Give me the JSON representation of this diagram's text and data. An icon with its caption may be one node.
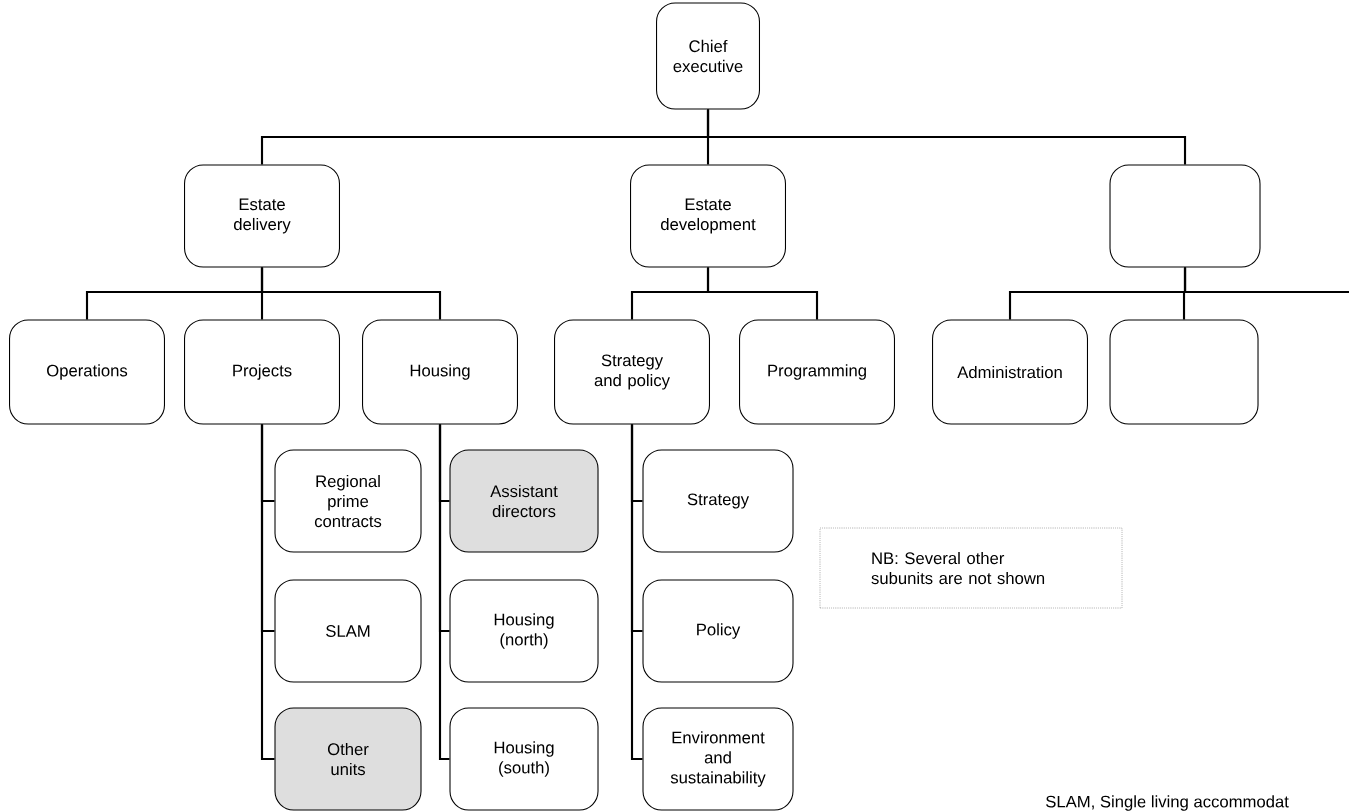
{
  "diagram": {
    "nodes": [
      {
        "text": [
          "Chief executive"
        ]
      },
      {
        "text": [
          "Estate delivery"
        ]
      },
      {
        "text": [
          "Estate development"
        ]
      },
      {
        "text": [],
        "shape": "box"
      },
      {
        "text": [
          "Operations"
        ]
      },
      {
        "text": [
          "Projects"
        ]
      },
      {
        "text": [
          "Housing"
        ]
      },
      {
        "text": [
          "Strategy and policy"
        ]
      },
      {
        "text": [
          "Programming"
        ]
      },
      {
        "text": [
          "Administration"
        ]
      },
      {
        "text": [],
        "shape": "box"
      },
      {
        "text": [
          "Regional prime contracts"
        ]
      },
      {
        "text": [
          "SLAM"
        ]
      },
      {
        "text": [
          "Other units"
        ]
      },
      {
        "text": [
          "Assistant directors"
        ]
      },
      {
        "text": [
          "Housing (north)"
        ]
      },
      {
        "text": [
          "Housing (south)"
        ]
      },
      {
        "text": [
          "Strategy"
        ]
      },
      {
        "text": [
          "Policy"
        ]
      },
      {
        "text": [
          "Environment and sustainability"
        ]
      },
      {
        "text": [
          "NB: Several other subunits are not shown"
        ]
      }
    ],
    "edges": [
      {
        "from": 0,
        "to": 1,
        "arrow": "none"
      },
      {
        "from": 0,
        "to": 2,
        "arrow": "none"
      },
      {
        "from": 0,
        "to": 3,
        "arrow": "none"
      },
      {
        "from": 1,
        "to": 4,
        "arrow": "none"
      },
      {
        "from": 1,
        "to": 5,
        "arrow": "none"
      },
      {
        "from": 1,
        "to": 6,
        "arrow": "none"
      },
      {
        "from": 2,
        "to": 7,
        "arrow": "none"
      },
      {
        "from": 2,
        "to": 8,
        "arrow": "none"
      },
      {
        "from": 3,
        "to": 9,
        "arrow": "none"
      },
      {
        "from": 3,
        "to": 10,
        "arrow": "none"
      },
      {
        "from": 3,
        "to": null,
        "arrow": "none"
      },
      {
        "from": 5,
        "to": 11,
        "arrow": "none"
      },
      {
        "from": 5,
        "to": 12,
        "arrow": "none"
      },
      {
        "from": 5,
        "to": 13,
        "arrow": "none"
      },
      {
        "from": 6,
        "to": 14,
        "arrow": "none"
      },
      {
        "from": 6,
        "to": 15,
        "arrow": "none"
      },
      {
        "from": 6,
        "to": 16,
        "arrow": "none"
      },
      {
        "from": 7,
        "to": 17,
        "arrow": "none"
      },
      {
        "from": 7,
        "to": 18,
        "arrow": "none"
      },
      {
        "from": 7,
        "to": 19,
        "arrow": "none"
      }
    ],
    "labels": [
      "SLAM, Single living accommodat"
    ]
  }
}
